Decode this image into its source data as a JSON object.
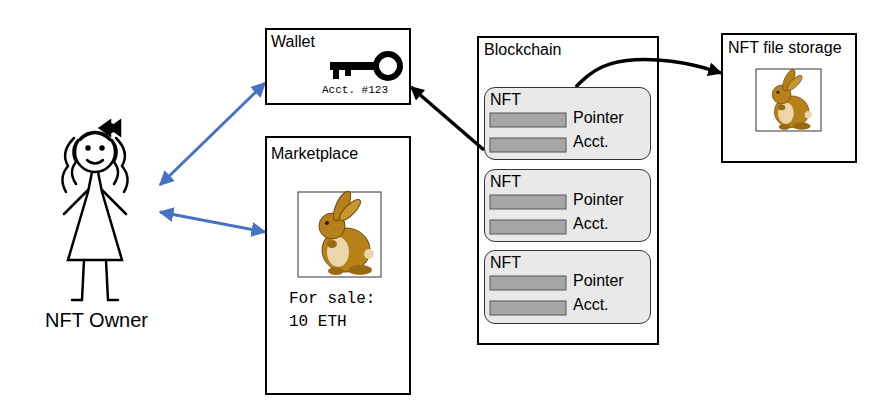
{
  "diagram": {
    "nodes": [
      {
        "text": [
          "NFT Owner"
        ]
      },
      {
        "text": [
          "Wallet",
          "Acct. #123"
        ]
      },
      {
        "text": [
          "Marketplace",
          "For sale: 10 ETH"
        ]
      },
      {
        "text": [
          "Blockchain"
        ]
      },
      {
        "text": [
          "NFT",
          "Pointer",
          "Acct."
        ],
        "in": 3
      },
      {
        "text": [
          "NFT",
          "Pointer",
          "Acct."
        ],
        "in": 3
      },
      {
        "text": [
          "NFT",
          "Pointer",
          "Acct."
        ],
        "in": 3
      },
      {
        "text": [
          "NFT file storage"
        ]
      }
    ],
    "edges": [
      {
        "from": 0,
        "to": 1,
        "arrow": "both"
      },
      {
        "from": 0,
        "to": 2,
        "arrow": "both"
      },
      {
        "from": 4,
        "to": 1,
        "arrow": "to"
      },
      {
        "from": 4,
        "to": 7,
        "arrow": "to"
      }
    ]
  }
}
